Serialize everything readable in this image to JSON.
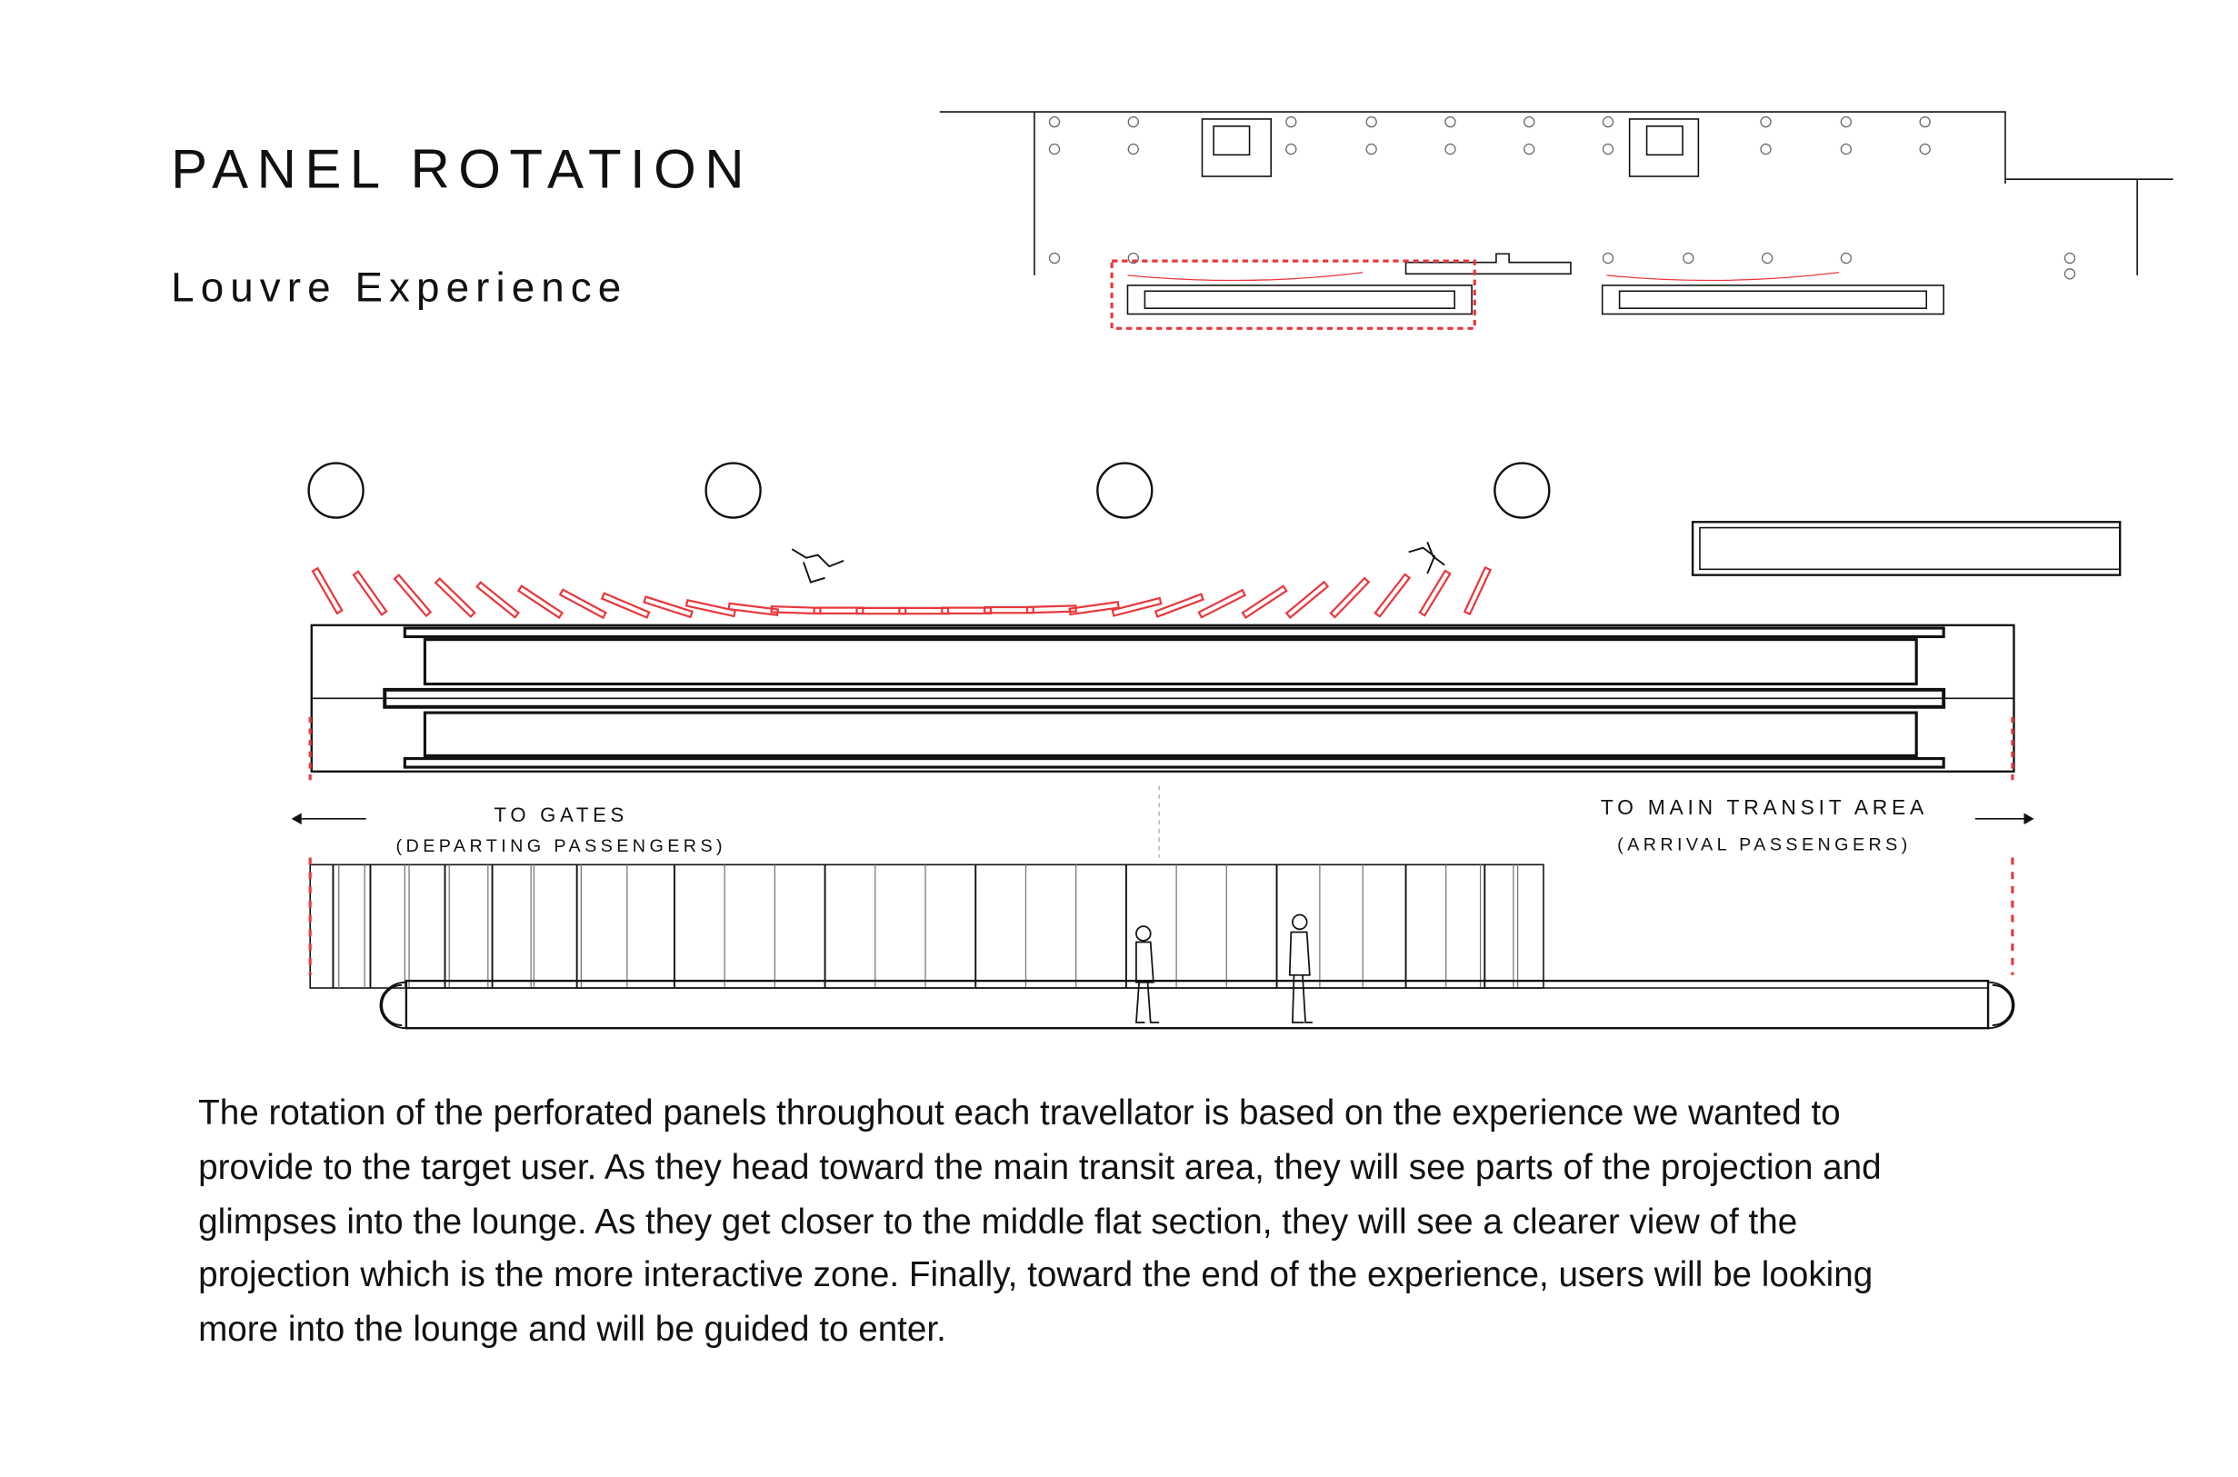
{
  "title": "PANEL ROTATION",
  "subtitle": "Louvre Experience",
  "labels": {
    "to_gates": "TO GATES",
    "departing": "(DEPARTING PASSENGERS)",
    "to_main": "TO MAIN TRANSIT AREA",
    "arrival": "(ARRIVAL PASSENGERS)"
  },
  "description": [
    "The rotation of the perforated panels throughout each travellator is based on the experience we wanted to",
    "provide to the target user.  As they head toward the main transit area, they will see parts of the projection and",
    "glimpses into the lounge. As they get closer to the middle flat section, they will see a clearer view of the",
    "projection which is the more interactive zone. Finally, toward the end of the experience, users will be looking",
    "more into the lounge and will be guided to enter."
  ],
  "colors": {
    "highlight": "#e8383d",
    "ink": "#111111"
  }
}
